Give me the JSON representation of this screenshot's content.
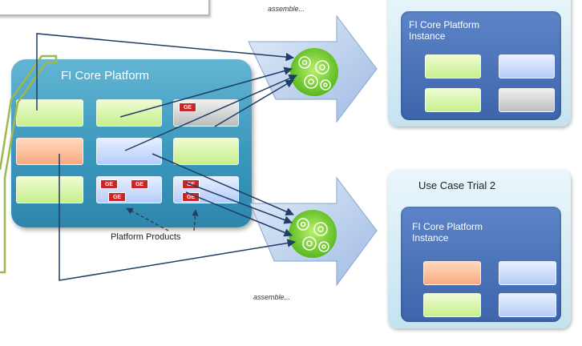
{
  "platform": {
    "title": "FI Core Platform"
  },
  "ge_label": "GE",
  "platform_products_label": "Platform Products",
  "assemble_label": "assemble...",
  "instance_title": [
    "FI Core Platform",
    "Instance"
  ],
  "use_case_trial_2": "Use Case Trial 2",
  "colors": {
    "platform_panel": "#3b98bd",
    "instance_inner": "#3e64ab",
    "green_block": "#c8ef8c",
    "orange_block": "#f7ab80",
    "blue_block": "#b6ccf8",
    "gray_block": "#bdbdbd",
    "ge_badge": "#c62828",
    "arrow_fill": "#b8cde9",
    "gear_fill": "#7ed321",
    "callout_border": "#9cb84e"
  },
  "icons": [
    "gear-cluster-icon",
    "big-arrow-shape"
  ]
}
